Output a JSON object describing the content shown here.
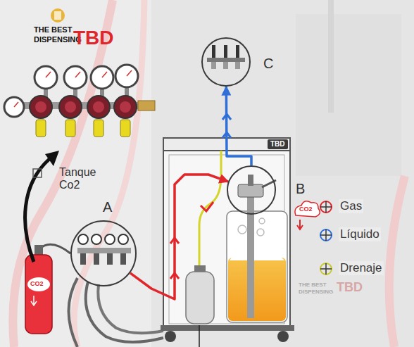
{
  "diagram": {
    "nodes": [
      {
        "text": [
          "A"
        ]
      },
      {
        "text": [
          "B"
        ]
      },
      {
        "text": [
          "C"
        ]
      }
    ],
    "edges": [
      {
        "from": 0,
        "to": 1,
        "arrow": "to"
      },
      {
        "from": 1,
        "to": 2,
        "arrow": "to"
      }
    ],
    "labels": [
      "THE BEST",
      "DISPENSING",
      "TBD",
      "Tanque Co2",
      "CO2",
      "CO2",
      "TBD",
      "THE BEST",
      "DISPENSING",
      "TBD"
    ],
    "legend": [
      {
        "text": "Gas"
      },
      {
        "text": "Líquido"
      },
      {
        "text": "Drenaje"
      }
    ]
  }
}
